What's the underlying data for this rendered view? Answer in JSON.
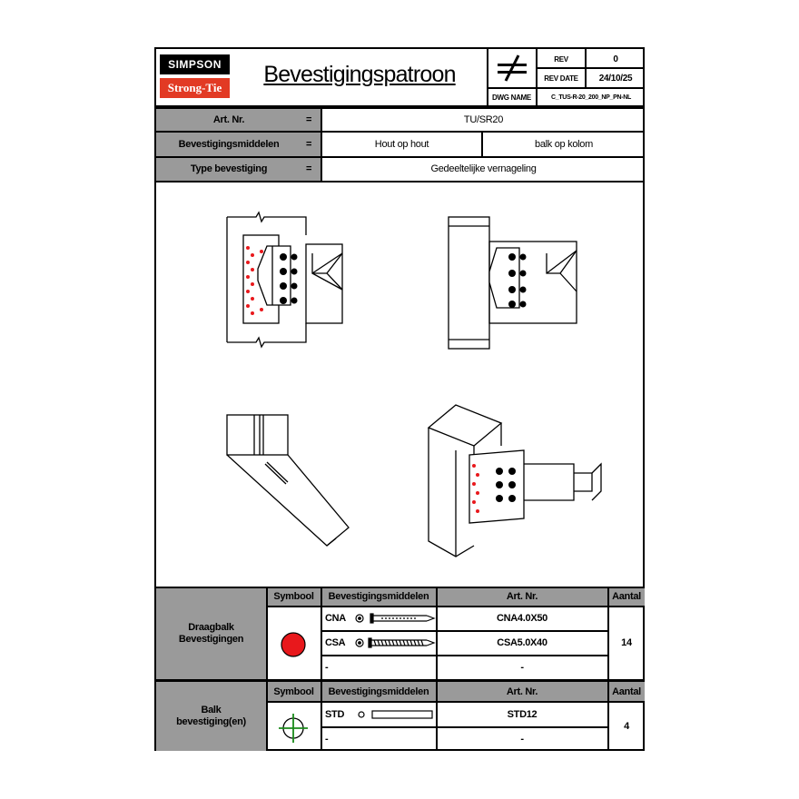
{
  "header": {
    "logo_top": "SIMPSON",
    "logo_bottom": "Strong-Tie",
    "title": "Bevestigingspatroon",
    "rev_label": "REV",
    "rev_value": "0",
    "rev_date_label": "REV DATE",
    "rev_date_value": "24/10/25",
    "dwg_name_label": "DWG NAME",
    "dwg_name_value": "C_TUS-R-20_200_NP_PN-NL"
  },
  "info": {
    "art_nr_label": "Art. Nr.",
    "art_nr_value": "TU/SR20",
    "means_label": "Bevestigingsmiddelen",
    "means_value_1": "Hout op hout",
    "means_value_2": "balk op kolom",
    "type_label": "Type bevestiging",
    "type_value": "Gedeeltelijke vernageling",
    "equals": "="
  },
  "table1": {
    "section_label": "Draagbalk\nBevestigingen",
    "col_symbol": "Symbool",
    "col_means": "Bevestigingsmiddelen",
    "col_art": "Art. Nr.",
    "col_count": "Aantal",
    "rows": [
      {
        "means": "CNA",
        "art": "CNA4.0X50"
      },
      {
        "means": "CSA",
        "art": "CSA5.0X40"
      },
      {
        "means": "-",
        "art": "-"
      }
    ],
    "count": "14",
    "symbol_color": "#e8181c"
  },
  "table2": {
    "section_label": "Balk\nbevestiging(en)",
    "col_symbol": "Symbool",
    "col_means": "Bevestigingsmiddelen",
    "col_art": "Art. Nr.",
    "col_count": "Aantal",
    "rows": [
      {
        "means": "STD",
        "art": "STD12"
      },
      {
        "means": "-",
        "art": "-"
      }
    ],
    "count": "4",
    "symbol_color": "#1a8a1a"
  }
}
